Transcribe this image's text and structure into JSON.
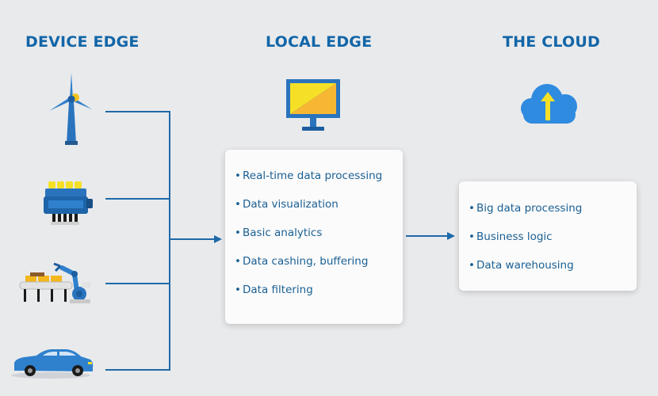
{
  "columns": {
    "device_edge": {
      "title": "DEVICE EDGE"
    },
    "local_edge": {
      "title": "LOCAL EDGE",
      "items": [
        "Real-time data processing",
        "Data visualization",
        "Basic analytics",
        "Data cashing, buffering",
        "Data filtering"
      ]
    },
    "cloud": {
      "title": "THE CLOUD",
      "items": [
        "Big data processing",
        "Business logic",
        "Data warehousing"
      ]
    }
  },
  "icons": [
    "wind-turbine-icon",
    "engine-icon",
    "robotic-arm-conveyor-icon",
    "car-icon",
    "monitor-icon",
    "cloud-upload-icon"
  ],
  "colors": {
    "title": "#1266a8",
    "text": "#1a5f93",
    "line": "#1e6aa8",
    "background": "#e9eaec",
    "card": "#fbfbfb",
    "accent_yellow": "#f5e027"
  }
}
